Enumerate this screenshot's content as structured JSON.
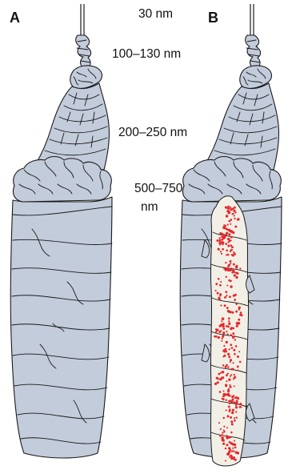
{
  "panels": [
    {
      "letter": "A"
    },
    {
      "letter": "B"
    }
  ],
  "size_labels": {
    "fiber": "30 nm",
    "solenoid": "100–130 nm",
    "coil": "200–250 nm",
    "chromatid_line1": "500–750",
    "chromatid_line2": "nm"
  },
  "colors": {
    "chromatin": "#c3ccdb",
    "scaffold": "#f2f0e6",
    "scaffold_proteins": "#e8262a",
    "outline": "#1a1a1a"
  }
}
